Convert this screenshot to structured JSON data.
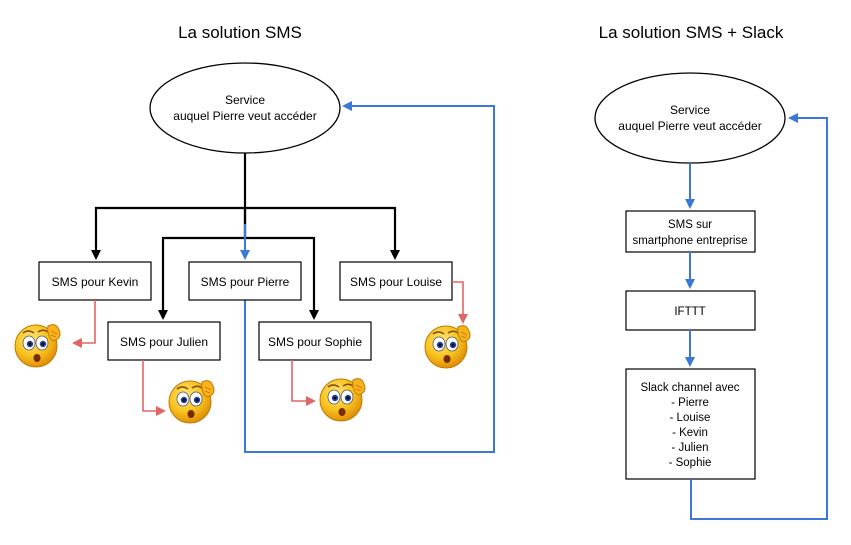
{
  "left": {
    "title": "La solution SMS",
    "service": {
      "line1": "Service",
      "line2": "auquel Pierre veut accéder"
    },
    "boxes": {
      "kevin": "SMS pour Kevin",
      "pierre": "SMS pour Pierre",
      "louise": "SMS pour Louise",
      "julien": "SMS pour Julien",
      "sophie": "SMS pour Sophie"
    }
  },
  "right": {
    "title": "La solution SMS + Slack",
    "service": {
      "line1": "Service",
      "line2": "auquel Pierre veut accéder"
    },
    "sms_box": {
      "line1": "SMS sur",
      "line2": "smartphone entreprise"
    },
    "ifttt": "IFTTT",
    "slack": {
      "heading": "Slack channel avec",
      "members": [
        "- Pierre",
        "- Louise",
        "- Kevin",
        "- Julien",
        "- Sophie"
      ]
    }
  },
  "colors": {
    "black_arrow": "#000000",
    "blue_arrow": "#3b78d8",
    "red_arrow": "#e06666",
    "emoji": "#f7c21e"
  },
  "icons": [
    "confused-emoji-icon"
  ]
}
